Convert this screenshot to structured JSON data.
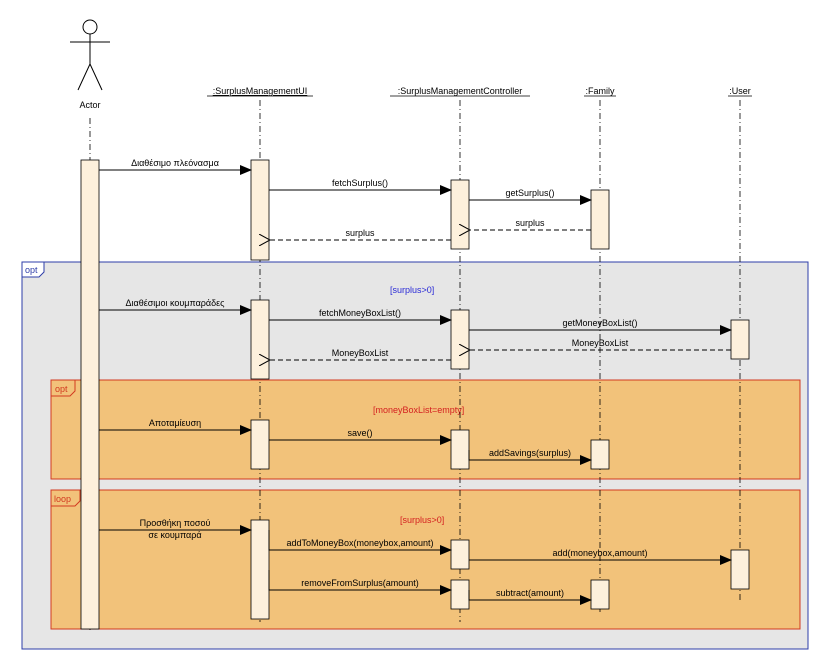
{
  "actor": {
    "name": "Actor"
  },
  "lifelines": {
    "ui": ":SurplusManagementUI",
    "controller": ":SurplusManagementController",
    "family": ":Family",
    "user": ":User"
  },
  "messages": {
    "m1": "Διαθέσιμο πλεόνασμα",
    "m2": "fetchSurplus()",
    "m3": "getSurplus()",
    "m4": "surplus",
    "m5": "surplus",
    "m6": "Διαθέσιμοι κουμπαράδες",
    "m7": "fetchMoneyBoxList()",
    "m8": "getMoneyBoxList()",
    "m9": "MoneyBoxList",
    "m10": "MoneyBoxList",
    "m11": "Αποταμίευση",
    "m12": "save()",
    "m13": "addSavings(surplus)",
    "m14_line1": "Προσθήκη ποσού",
    "m14_line2": "σε κουμπαρά",
    "m15": "addToMoneyBox(moneybox,amount)",
    "m16": "add(moneybox,amount)",
    "m17": "removeFromSurplus(amount)",
    "m18": "subtract(amount)"
  },
  "frames": {
    "outer": {
      "operator": "opt",
      "guard": "[surplus>0]"
    },
    "inner_opt": {
      "operator": "opt",
      "guard": "[moneyBoxList=empty]"
    },
    "loop": {
      "operator": "loop",
      "guard": "[surplus>0]"
    }
  },
  "colors": {
    "outer_frame_fill": "#e6e6e6",
    "outer_frame_stroke": "#2e3da8",
    "inner_frame_fill": "#f2c27a",
    "inner_frame_stroke": "#d23a20",
    "activation_fill": "#fdf0dc"
  }
}
